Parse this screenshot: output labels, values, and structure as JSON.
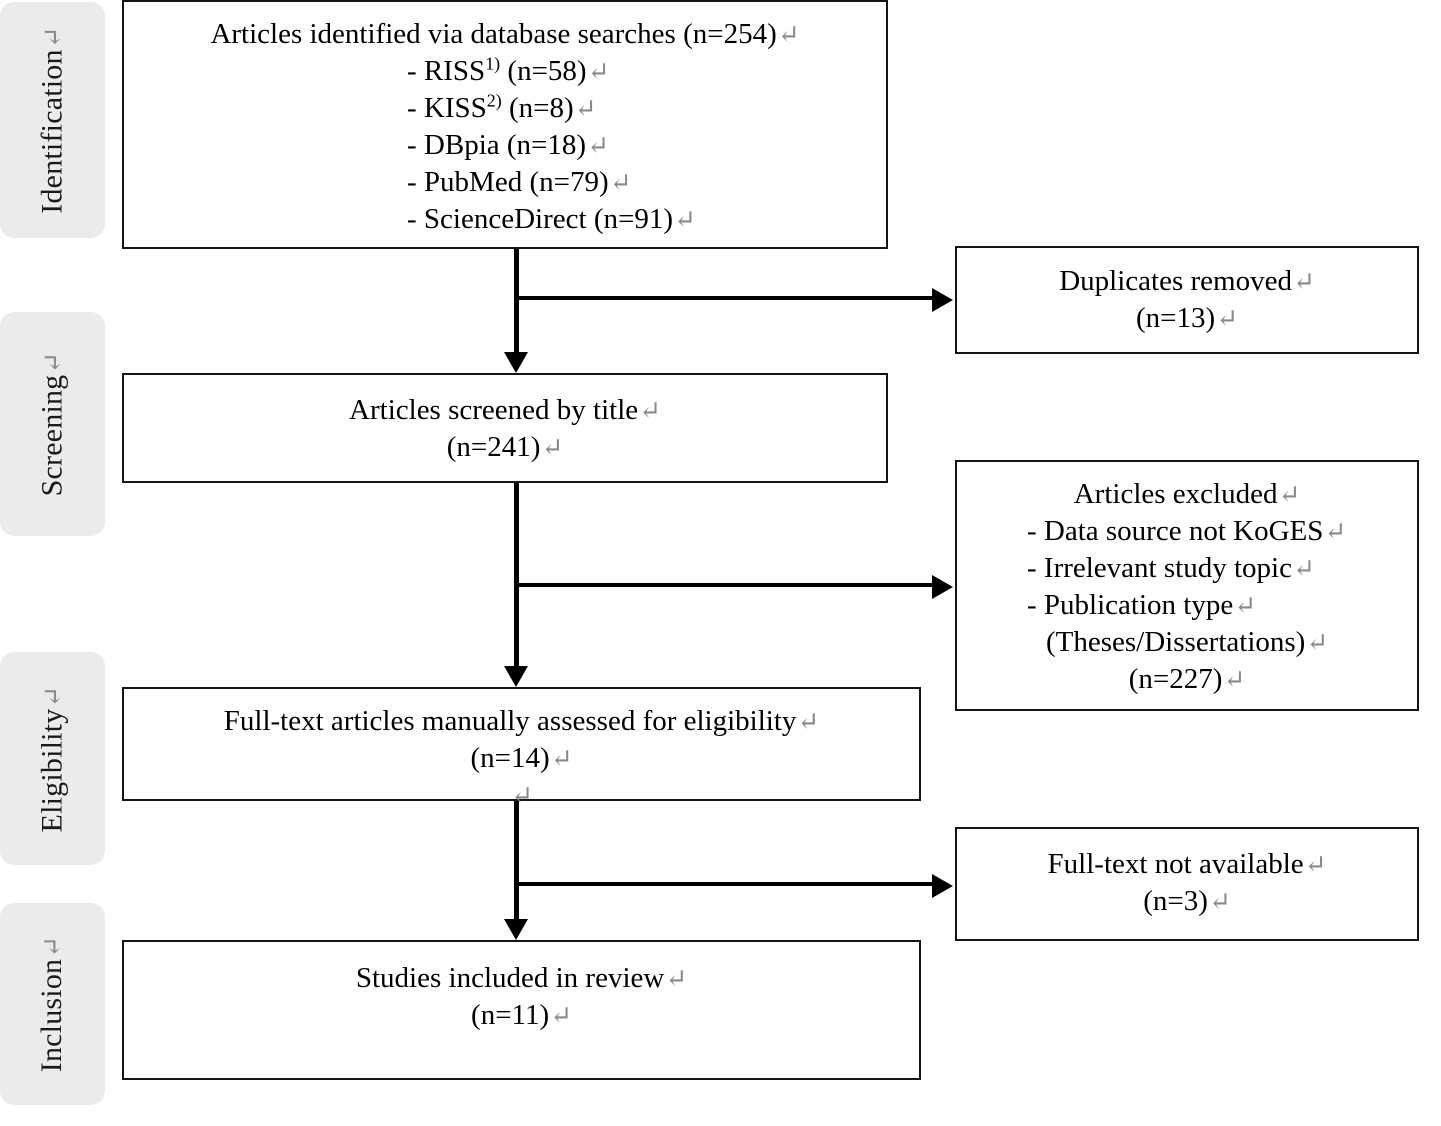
{
  "diagram": {
    "type": "prisma-flow-diagram",
    "paragraph_mark": "↵",
    "stages": [
      {
        "id": "identification",
        "label": "Identification"
      },
      {
        "id": "screening",
        "label": "Screening"
      },
      {
        "id": "eligibility",
        "label": "Eligibility"
      },
      {
        "id": "inclusion",
        "label": "Inclusion"
      }
    ],
    "main_boxes": [
      {
        "id": "identified",
        "title": "Articles identified via database searches (n=254)",
        "n": 254,
        "sources": [
          {
            "name": "RISS",
            "note": "1)",
            "count": "(n=58)",
            "n": 58
          },
          {
            "name": "KISS",
            "note": "2)",
            "count": "(n=8)",
            "n": 8
          },
          {
            "name": "DBpia",
            "note": "",
            "count": "(n=18)",
            "n": 18
          },
          {
            "name": "PubMed",
            "note": "",
            "count": "(n=79)",
            "n": 79
          },
          {
            "name": "ScienceDirect",
            "note": "",
            "count": "(n=91)",
            "n": 91
          }
        ]
      },
      {
        "id": "screened",
        "title": "Articles screened by title",
        "count": "(n=241)",
        "n": 241
      },
      {
        "id": "full-text-assessed",
        "title": "Full-text articles manually assessed for eligibility",
        "count": "(n=14)",
        "n": 14,
        "blank_line": true
      },
      {
        "id": "included",
        "title": "Studies included in review",
        "count": "(n=11)",
        "n": 11
      }
    ],
    "side_boxes": [
      {
        "id": "duplicates-removed",
        "title": "Duplicates removed",
        "count": "(n=13)",
        "n": 13
      },
      {
        "id": "articles-excluded",
        "title": "Articles excluded",
        "reasons": [
          "- Data source not KoGES",
          "- Irrelevant study topic",
          "- Publication type",
          "(Theses/Dissertations)"
        ],
        "count": "(n=227)",
        "n": 227
      },
      {
        "id": "full-text-not-available",
        "title": "Full-text not available",
        "count": "(n=3)",
        "n": 3
      }
    ]
  }
}
